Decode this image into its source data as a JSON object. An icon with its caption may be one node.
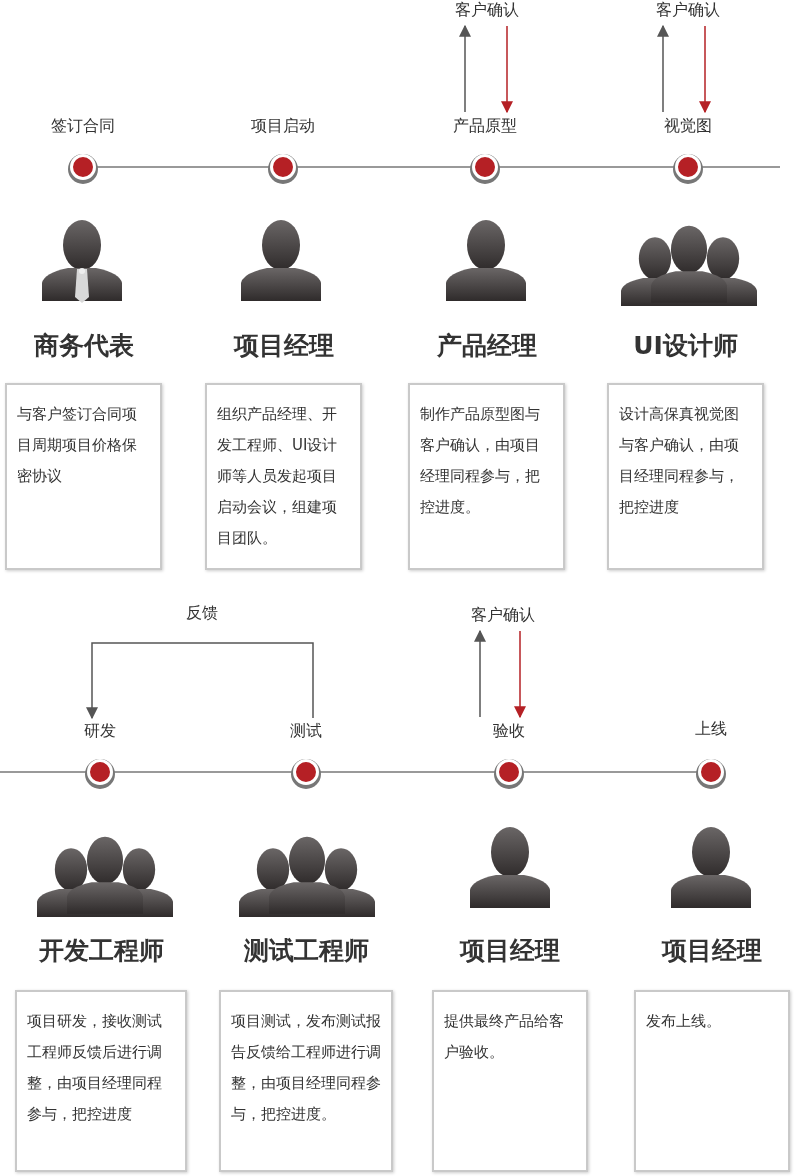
{
  "diagram": {
    "nodes": [
      {
        "text": [
          "客户确认"
        ]
      },
      {
        "text": [
          "客户确认"
        ]
      },
      {
        "text": [
          "签订合同"
        ]
      },
      {
        "text": [
          "项目启动"
        ]
      },
      {
        "text": [
          "产品原型"
        ]
      },
      {
        "text": [
          "视觉图"
        ]
      },
      {
        "text": [
          "商务代表",
          "与客户签订合同项目周期项目价格保密协议"
        ]
      },
      {
        "text": [
          "项目经理",
          "组织产品经理、开发工程师、UI设计师等人员发起项目启动会议，组建项目团队。"
        ]
      },
      {
        "text": [
          "产品经理",
          "制作产品原型图与客户确认，由项目经理同程参与，把控进度。"
        ]
      },
      {
        "text": [
          "UI设计师",
          "设计高保真视觉图与客户确认，由项目经理同程参与，把控进度"
        ]
      },
      {
        "text": [
          "客户确认"
        ]
      },
      {
        "text": [
          "研发"
        ]
      },
      {
        "text": [
          "测试"
        ]
      },
      {
        "text": [
          "验收"
        ]
      },
      {
        "text": [
          "上线"
        ]
      },
      {
        "text": [
          "开发工程师",
          "项目研发，接收测试工程师反馈后进行调整，由项目经理同程参与，把控进度"
        ]
      },
      {
        "text": [
          "测试工程师",
          "项目测试，发布测试报告反馈给工程师进行调整，由项目经理同程参与，把控进度。"
        ]
      },
      {
        "text": [
          "项目经理",
          "提供最终产品给客户验收。"
        ]
      },
      {
        "text": [
          "项目经理",
          "发布上线。"
        ]
      }
    ],
    "edges": [
      {
        "from": 4,
        "to": 0,
        "arrow": "to"
      },
      {
        "from": 0,
        "to": 4,
        "arrow": "to",
        "color": "#b52025"
      },
      {
        "from": 5,
        "to": 1,
        "arrow": "to"
      },
      {
        "from": 1,
        "to": 5,
        "arrow": "to",
        "color": "#b52025"
      },
      {
        "from": 12,
        "to": 11,
        "arrow": "to",
        "label": "反馈"
      },
      {
        "from": 13,
        "to": 10,
        "arrow": "to"
      },
      {
        "from": 10,
        "to": 13,
        "arrow": "to",
        "color": "#b52025"
      }
    ]
  }
}
